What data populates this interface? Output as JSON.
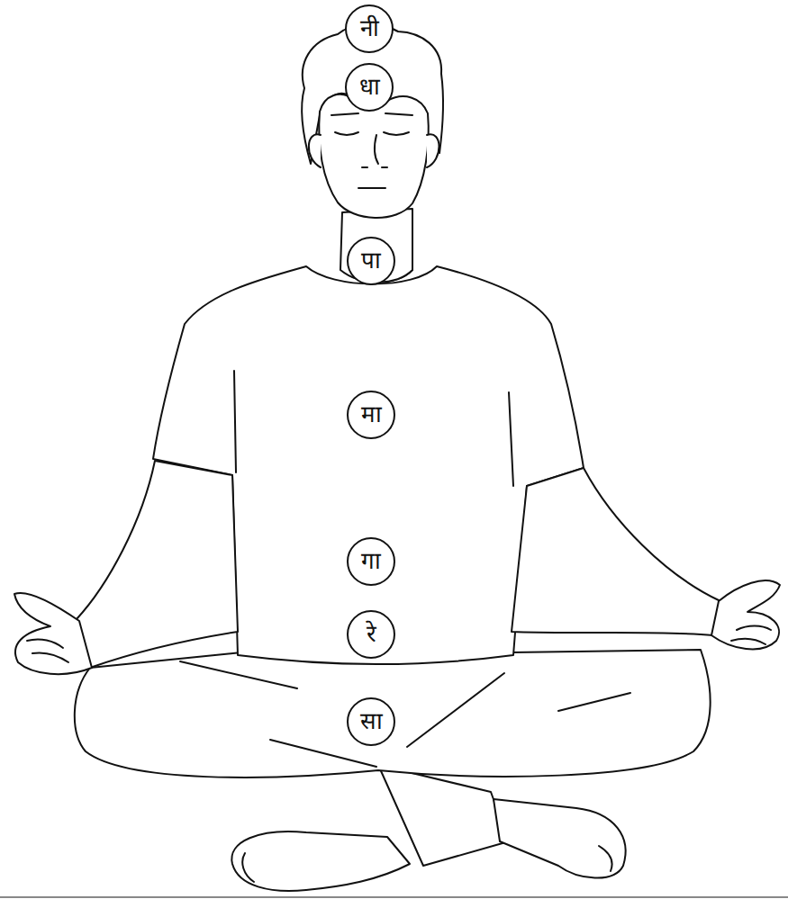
{
  "diagram": {
    "nodes": [
      {
        "text": [
          "नी"
        ]
      },
      {
        "text": [
          "धा"
        ]
      },
      {
        "text": [
          "पा"
        ]
      },
      {
        "text": [
          "मा"
        ]
      },
      {
        "text": [
          "गा"
        ]
      },
      {
        "text": [
          "रे"
        ]
      },
      {
        "text": [
          "सा"
        ]
      }
    ]
  }
}
